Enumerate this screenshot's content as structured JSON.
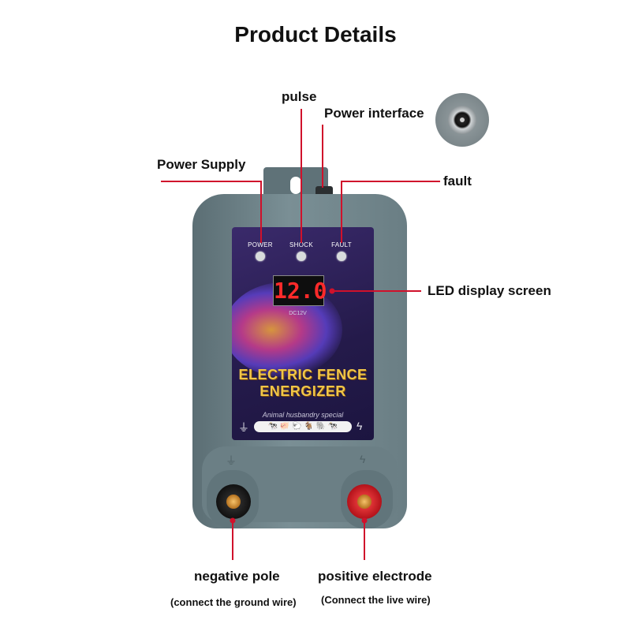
{
  "title": "Product Details",
  "callouts": {
    "pulse": "pulse",
    "power_interface": "Power interface",
    "power_supply": "Power Supply",
    "fault": "fault",
    "led_display": "LED display screen",
    "negative_pole": "negative pole",
    "negative_note": "(connect the ground wire)",
    "positive_electrode": "positive electrode",
    "positive_note": "(Connect the live wire)"
  },
  "device": {
    "indicators": [
      "POWER",
      "SHOCK",
      "FAULT"
    ],
    "display_value": "12.0",
    "display_voltage": "DC12V",
    "brand_line1": "ELECTRIC FENCE",
    "brand_line2": "ENERGIZER",
    "tagline": "Animal husbandry special",
    "animals": "🐄 🐖 🐑 🐐 🐘 🐄"
  },
  "colors": {
    "leader": "#d0112b",
    "housing": "#6a7e84",
    "panel": "#241a4a",
    "display_digits": "#ff2a2a",
    "brand_text": "#f0c648"
  },
  "icons": [
    "ground-symbol-icon",
    "lightning-bolt-icon",
    "power-jack-icon"
  ]
}
